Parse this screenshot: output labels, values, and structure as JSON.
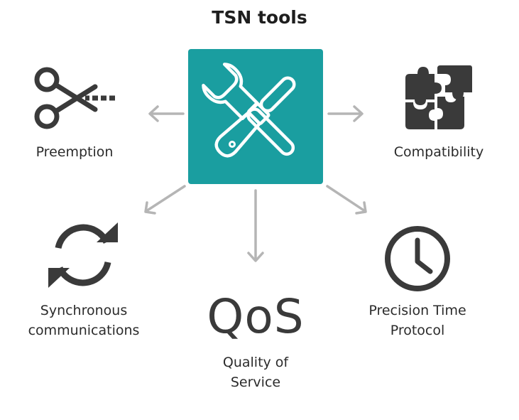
{
  "title": "TSN tools",
  "center": {
    "icon": "wrench-screwdriver-icon",
    "color": "#1a9ea0"
  },
  "tools": {
    "preemption": {
      "label": "Preemption",
      "icon": "scissors-icon"
    },
    "compatibility": {
      "label": "Compatibility",
      "icon": "puzzle-icon"
    },
    "synchronous": {
      "line1": "Synchronous",
      "line2": "communications",
      "icon": "sync-arrows-icon"
    },
    "qos": {
      "symbol": "QoS",
      "line1": "Quality of",
      "line2": "Service"
    },
    "ptp": {
      "line1": "Precision Time",
      "line2": "Protocol",
      "icon": "clock-icon"
    }
  },
  "colors": {
    "icon": "#3a3a3a",
    "arrow": "#b5b5b5",
    "accent": "#1a9ea0"
  }
}
